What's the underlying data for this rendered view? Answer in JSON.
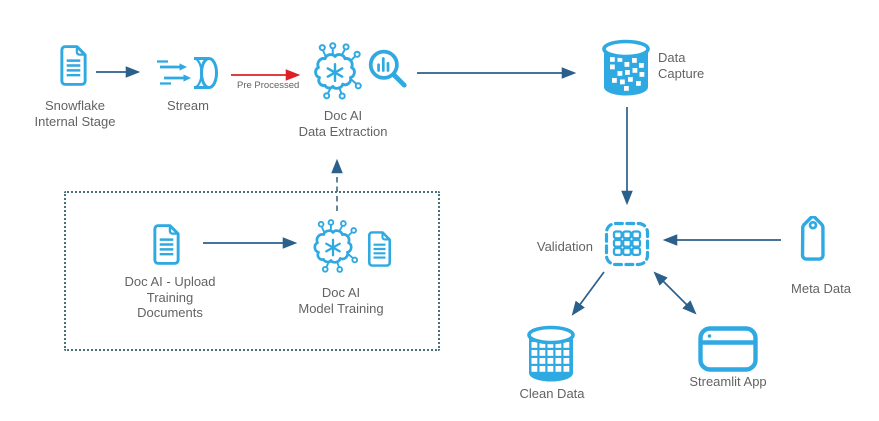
{
  "colors": {
    "icon-blue": "#2FA9E2",
    "arrow-blue": "#2B5F8C",
    "red": "#DD2025",
    "label-gray": "#636363",
    "box-dot": "#4A7078",
    "dash-color": "#4A7188"
  },
  "nodes": {
    "snowflake_stage": {
      "lines": [
        "Snowflake",
        "Internal Stage"
      ],
      "icon": "document-icon"
    },
    "stream": {
      "label": "Stream",
      "icon": "stream-pipe-icon"
    },
    "data_extraction": {
      "lines": [
        "Doc AI",
        "Data Extraction"
      ],
      "icons": [
        "ai-brain-icon",
        "analysis-magnifier-icon"
      ]
    },
    "data_capture": {
      "lines": [
        "Data",
        "Capture"
      ],
      "icon": "database-mosaic-icon"
    },
    "validation": {
      "label": "Validation",
      "icon": "validation-grid-icon"
    },
    "meta_data": {
      "label": "Meta Data",
      "icon": "tag-icon"
    },
    "clean_data": {
      "label": "Clean Data",
      "icon": "database-grid-icon"
    },
    "streamlit_app": {
      "label": "Streamlit App",
      "icon": "app-window-icon"
    },
    "upload_training_docs": {
      "lines": [
        "Doc AI - Upload",
        "Training",
        "Documents"
      ],
      "icon": "document-icon"
    },
    "model_training": {
      "lines": [
        "Doc AI",
        "Model Training"
      ],
      "icons": [
        "ai-brain-icon",
        "document-icon"
      ]
    }
  },
  "edges": {
    "pre_processed_label": "Pre Processed"
  }
}
